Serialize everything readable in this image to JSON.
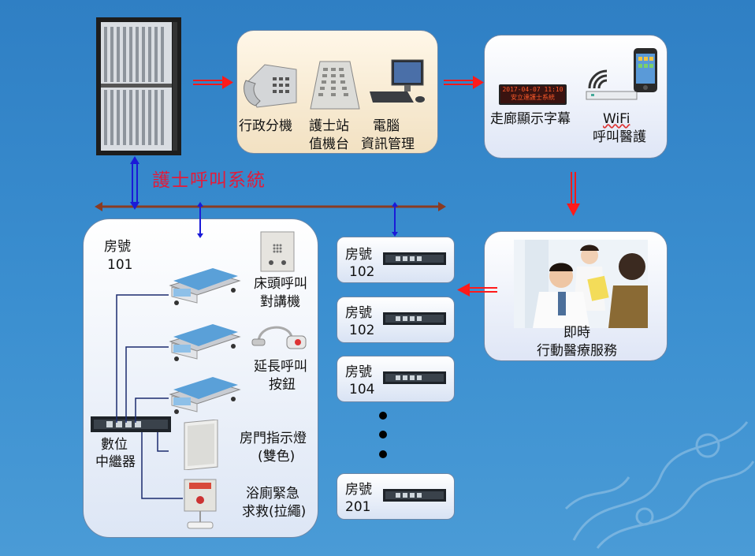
{
  "system_title": "護士呼叫系統",
  "top_center": {
    "admin_phone": "行政分機",
    "nurse_station_l1": "護士站",
    "nurse_station_l2": "值機台",
    "computer_l1": "電腦",
    "computer_l2": "資訊管理"
  },
  "top_right": {
    "corridor_display": "走廊顯示字幕",
    "display_text_l1": "2017-04-07  11:10",
    "display_text_l2": "安立達護士系統",
    "wifi_l1": "WiFi",
    "wifi_l2": "呼叫醫護"
  },
  "mobile_service": {
    "line1": "即時",
    "line2": "行動醫療服務"
  },
  "room_main": {
    "label": "房號",
    "number": "101",
    "bedhead_l1": "床頭呼叫",
    "bedhead_l2": "對講機",
    "ext_l1": "延長呼叫",
    "ext_l2": "按鈕",
    "door_l1": "房門指示燈",
    "door_l2": "(雙色)",
    "bath_l1": "浴廁緊急",
    "bath_l2": "求救(拉繩)",
    "relay_l1": "數位",
    "relay_l2": "中繼器"
  },
  "rooms": [
    {
      "label": "房號",
      "number": "102"
    },
    {
      "label": "房號",
      "number": "102"
    },
    {
      "label": "房號",
      "number": "104"
    },
    {
      "label": "房號",
      "number": "201"
    }
  ]
}
